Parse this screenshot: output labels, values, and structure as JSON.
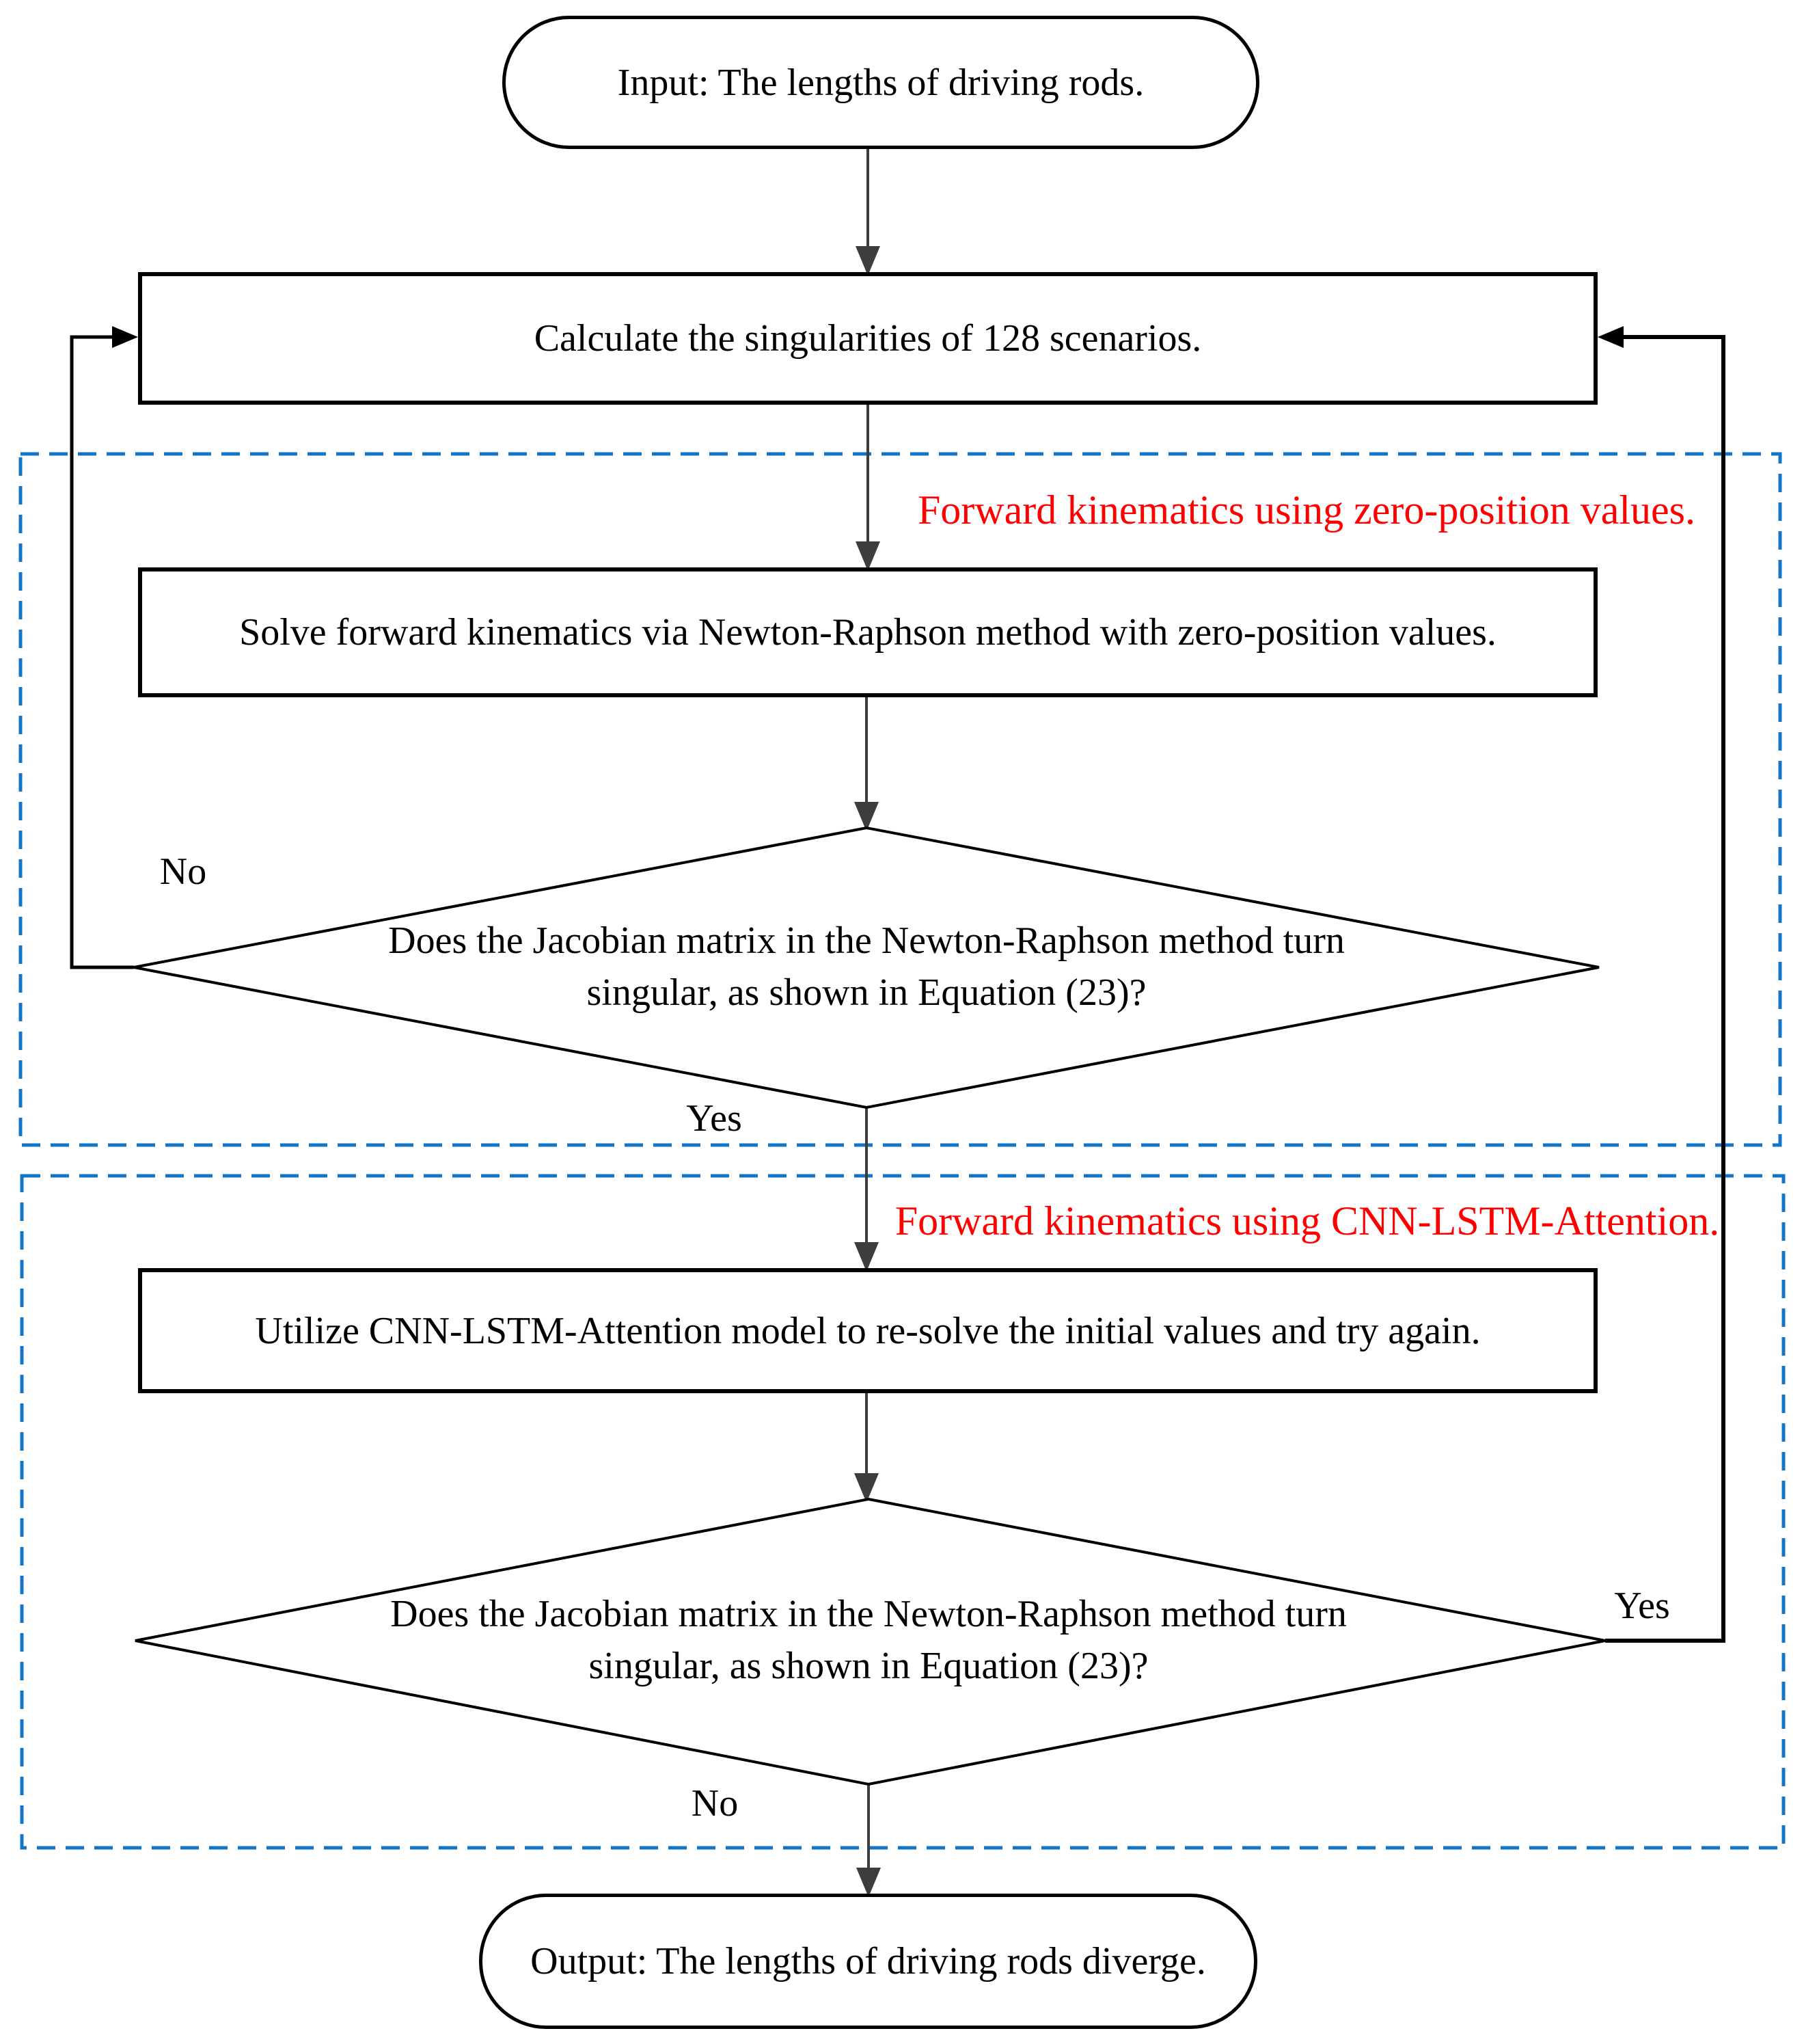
{
  "figure": {
    "background": "#ffffff",
    "colors": {
      "shape_stroke": "#000000",
      "shape_fill": "#ffffff",
      "connector": "#3d3d3d",
      "loop_line": "#000000",
      "dashed_region": "#1375c8",
      "annotation_text": "#ff0000"
    },
    "nodes": {
      "input": {
        "type": "terminator",
        "label": "Input: The lengths of driving rods."
      },
      "calculate": {
        "type": "process",
        "label": "Calculate the singularities of 128 scenarios."
      },
      "solve": {
        "type": "process",
        "label": "Solve forward kinematics via Newton-Raphson method with zero-position values."
      },
      "decision1": {
        "type": "decision",
        "label": "Does the Jacobian matrix in the Newton-Raphson method turn singular, as shown in Equation (23)?"
      },
      "utilize": {
        "type": "process",
        "label": "Utilize CNN-LSTM-Attention model to re-solve  the initial values and try again."
      },
      "decision2": {
        "type": "decision",
        "label": "Does the Jacobian matrix in the Newton-Raphson method turn singular, as shown in Equation (23)?"
      },
      "output": {
        "type": "terminator",
        "label": "Output: The lengths of driving rods diverge."
      }
    },
    "annotations": {
      "zone1_label": "Forward kinematics using zero-position values.",
      "zone2_label": "Forward kinematics using CNN-LSTM-Attention."
    },
    "edge_labels": {
      "decision1_no": "No",
      "decision1_yes": "Yes",
      "decision2_yes": "Yes",
      "decision2_no": "No"
    }
  }
}
